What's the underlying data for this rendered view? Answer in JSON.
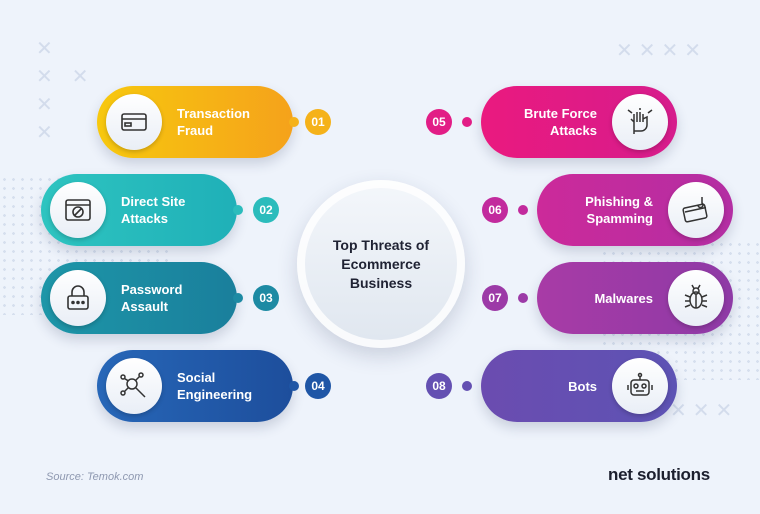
{
  "center": {
    "title": "Top Threats of\nEcommerce\nBusiness"
  },
  "threats": [
    {
      "label": "Transaction\nFraud",
      "number": "01",
      "icon": "credit-card-icon",
      "color_from": "#f5a21b",
      "color_to": "#f7c80e",
      "num_color": "#f5b21a"
    },
    {
      "label": "Direct Site\nAttacks",
      "number": "02",
      "icon": "blocked-site-icon",
      "color_from": "#1fb0b8",
      "color_to": "#2ec4c0",
      "num_color": "#2bbcbc"
    },
    {
      "label": "Password\nAssault",
      "number": "03",
      "icon": "padlock-icon",
      "color_from": "#1a7f9c",
      "color_to": "#1d96a8",
      "num_color": "#1d8aa3"
    },
    {
      "label": "Social\nEngineering",
      "number": "04",
      "icon": "network-search-icon",
      "color_from": "#1d4e9c",
      "color_to": "#2767b8",
      "num_color": "#1f56a6"
    },
    {
      "label": "Brute Force\nAttacks",
      "number": "05",
      "icon": "cracked-hand-icon",
      "color_from": "#ea1a7f",
      "color_to": "#d61c8c",
      "num_color": "#e21d86"
    },
    {
      "label": "Phishing &\nSpamming",
      "number": "06",
      "icon": "card-hook-icon",
      "color_from": "#cc2a9a",
      "color_to": "#b32ea3",
      "num_color": "#c22a9d"
    },
    {
      "label": "Malwares",
      "number": "07",
      "icon": "bug-icon",
      "color_from": "#a83ba6",
      "color_to": "#8e3aa6",
      "num_color": "#9c3aa7"
    },
    {
      "label": "Bots",
      "number": "08",
      "icon": "robot-icon",
      "color_from": "#6b4cb0",
      "color_to": "#5d53b4",
      "num_color": "#6450b2"
    }
  ],
  "footer": {
    "source": "Source: Temok.com",
    "brand": "net solutions"
  }
}
